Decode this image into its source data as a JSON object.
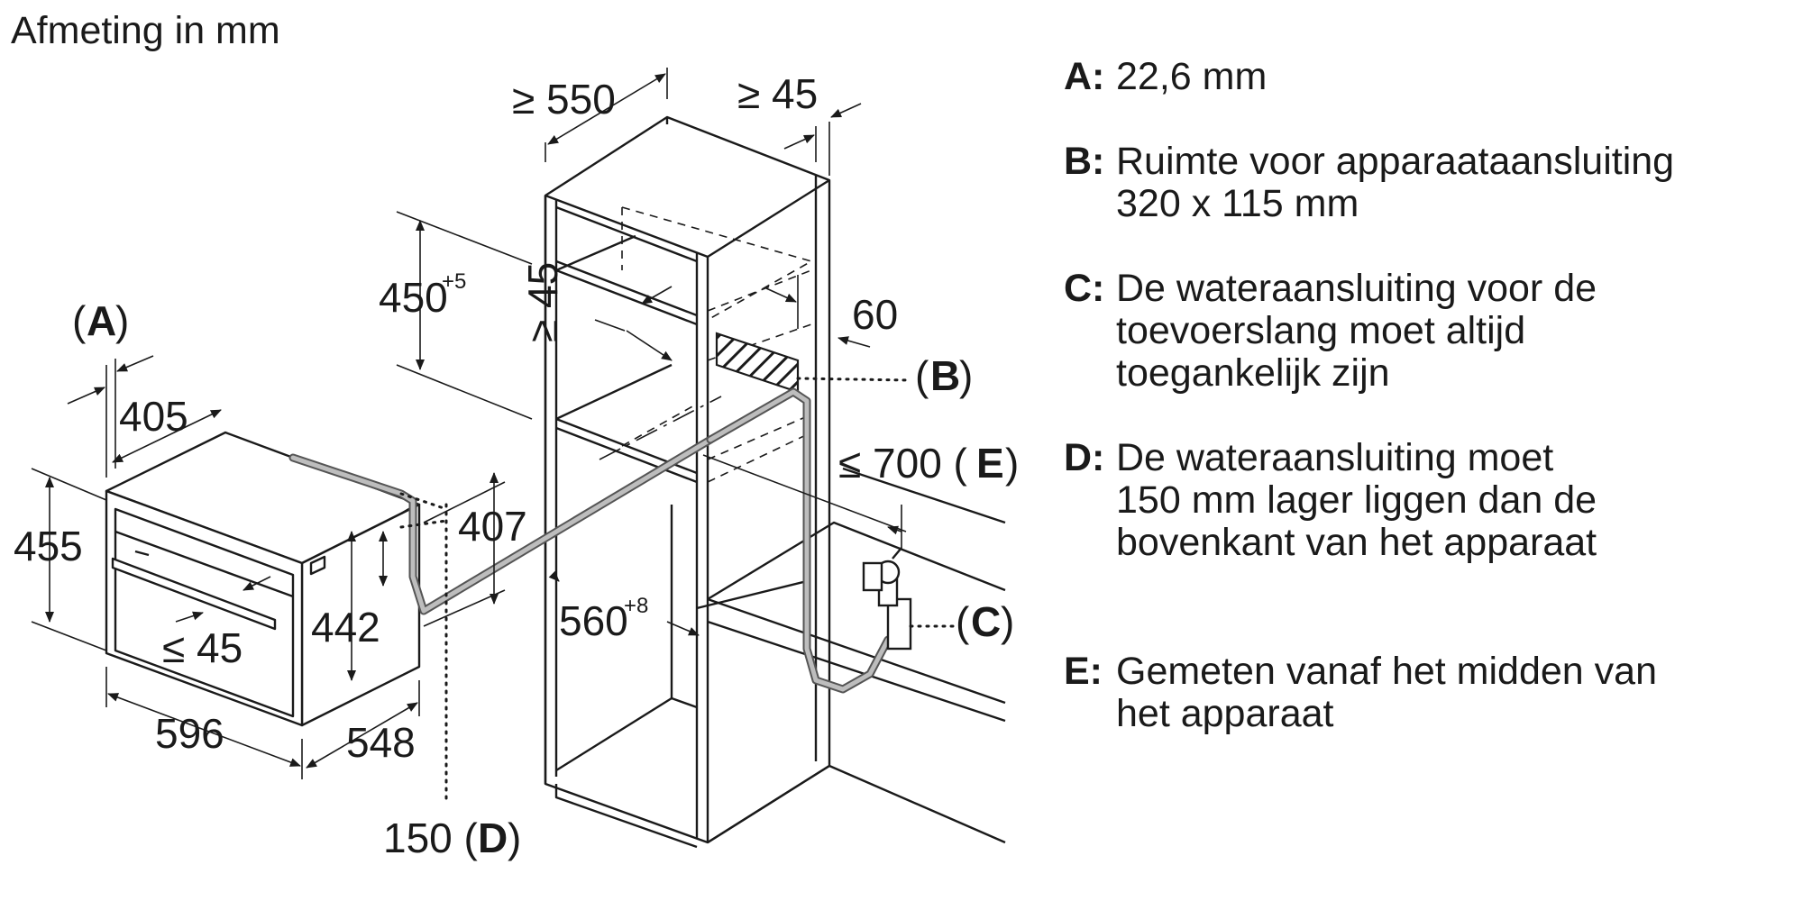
{
  "title": "Afmeting in mm",
  "dimensions": {
    "cab_depth": "≥ 550",
    "cab_gap_top": "≥ 45",
    "niche_height": "450",
    "niche_height_tol": "+5",
    "gap_back": "≥ 45",
    "vent_60": "60",
    "max_700": "≤ 700 (",
    "max_700_key": "E",
    "max_700_end": ")",
    "niche_depth": "560",
    "niche_depth_tol": "+8",
    "label_a_open": "(",
    "label_a_key": "A",
    "label_a_close": ")",
    "depth_405": "405",
    "height_455": "455",
    "height_407": "407",
    "height_442": "442",
    "front_45": "≤ 45",
    "width_596": "596",
    "depth_548": "548",
    "d150": "150 (",
    "d150_key": "D",
    "d150_end": ")",
    "label_b_key": "B",
    "label_c_key": "C",
    "paren_open": "(",
    "paren_close": ")"
  },
  "legend": [
    {
      "key": "A:",
      "lines": [
        "22,6 mm"
      ]
    },
    {
      "key": "B:",
      "lines": [
        "Ruimte voor apparaataansluiting",
        "320 x 115 mm"
      ]
    },
    {
      "key": "C:",
      "lines": [
        "De wateraansluiting voor de",
        "toevoerslang moet altijd",
        "toegankelijk zijn"
      ]
    },
    {
      "key": "D:",
      "lines": [
        "De wateraansluiting moet",
        "150 mm lager liggen dan de",
        "bovenkant van het apparaat"
      ]
    },
    {
      "key": "E:",
      "lines": [
        "Gemeten vanaf het midden van",
        "het apparaat"
      ]
    }
  ]
}
